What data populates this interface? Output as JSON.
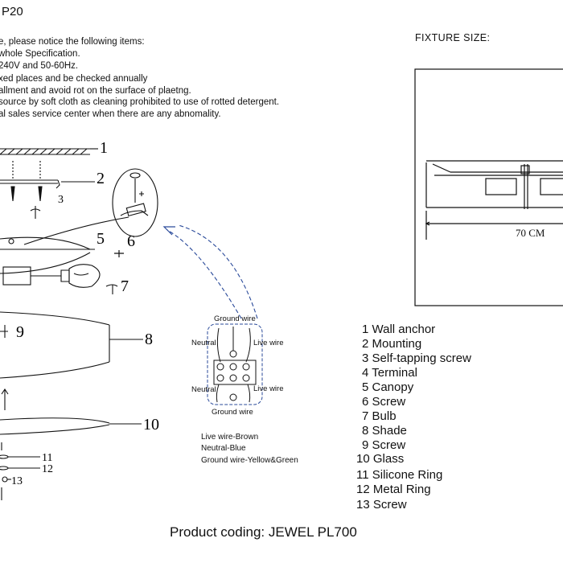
{
  "header": {
    "title": "P20",
    "notes": [
      "e, please notice the following items:",
      "whole Specification.",
      "240V and 50-60Hz.",
      "xed places and be checked annually",
      "allment and avoid rot on the surface of plaetng.",
      "source by soft cloth as cleaning prohibited to use of rotted detergent.",
      "al sales service center when there are any abnomality."
    ]
  },
  "fixture": {
    "heading": "FIXTURE SIZE:",
    "dimension": "70 CM"
  },
  "callouts": {
    "n1": "1",
    "n2": "2",
    "n3": "3",
    "n5": "5",
    "n6": "6",
    "n7": "7",
    "n8": "8",
    "n9": "9",
    "n10": "10",
    "n11": "11",
    "n12": "12",
    "n13": "13"
  },
  "wiring": {
    "ground_top": "Ground wire",
    "neutral_top": "Neutral",
    "live_top": "Live wire",
    "neutral_bottom": "Neutral",
    "live_bottom": "Live wire",
    "ground_bottom": "Ground wire",
    "legend": [
      "Live wire-Brown",
      "Neutral-Blue",
      "Ground wire-Yellow&Green"
    ]
  },
  "parts_list": [
    "1 Wall anchor",
    "2 Mounting",
    "3 Self-tapping screw",
    "4 Terminal",
    "5 Canopy",
    "6 Screw",
    "7 Bulb",
    "8 Shade",
    "9 Screw",
    "10 Glass",
    "11 Silicone Ring",
    "12 Metal Ring",
    "13 Screw"
  ],
  "footer": {
    "product_coding": "Product coding: JEWEL PL700"
  },
  "colors": {
    "line": "#111111",
    "wiring_accent": "#2a4a9a"
  }
}
